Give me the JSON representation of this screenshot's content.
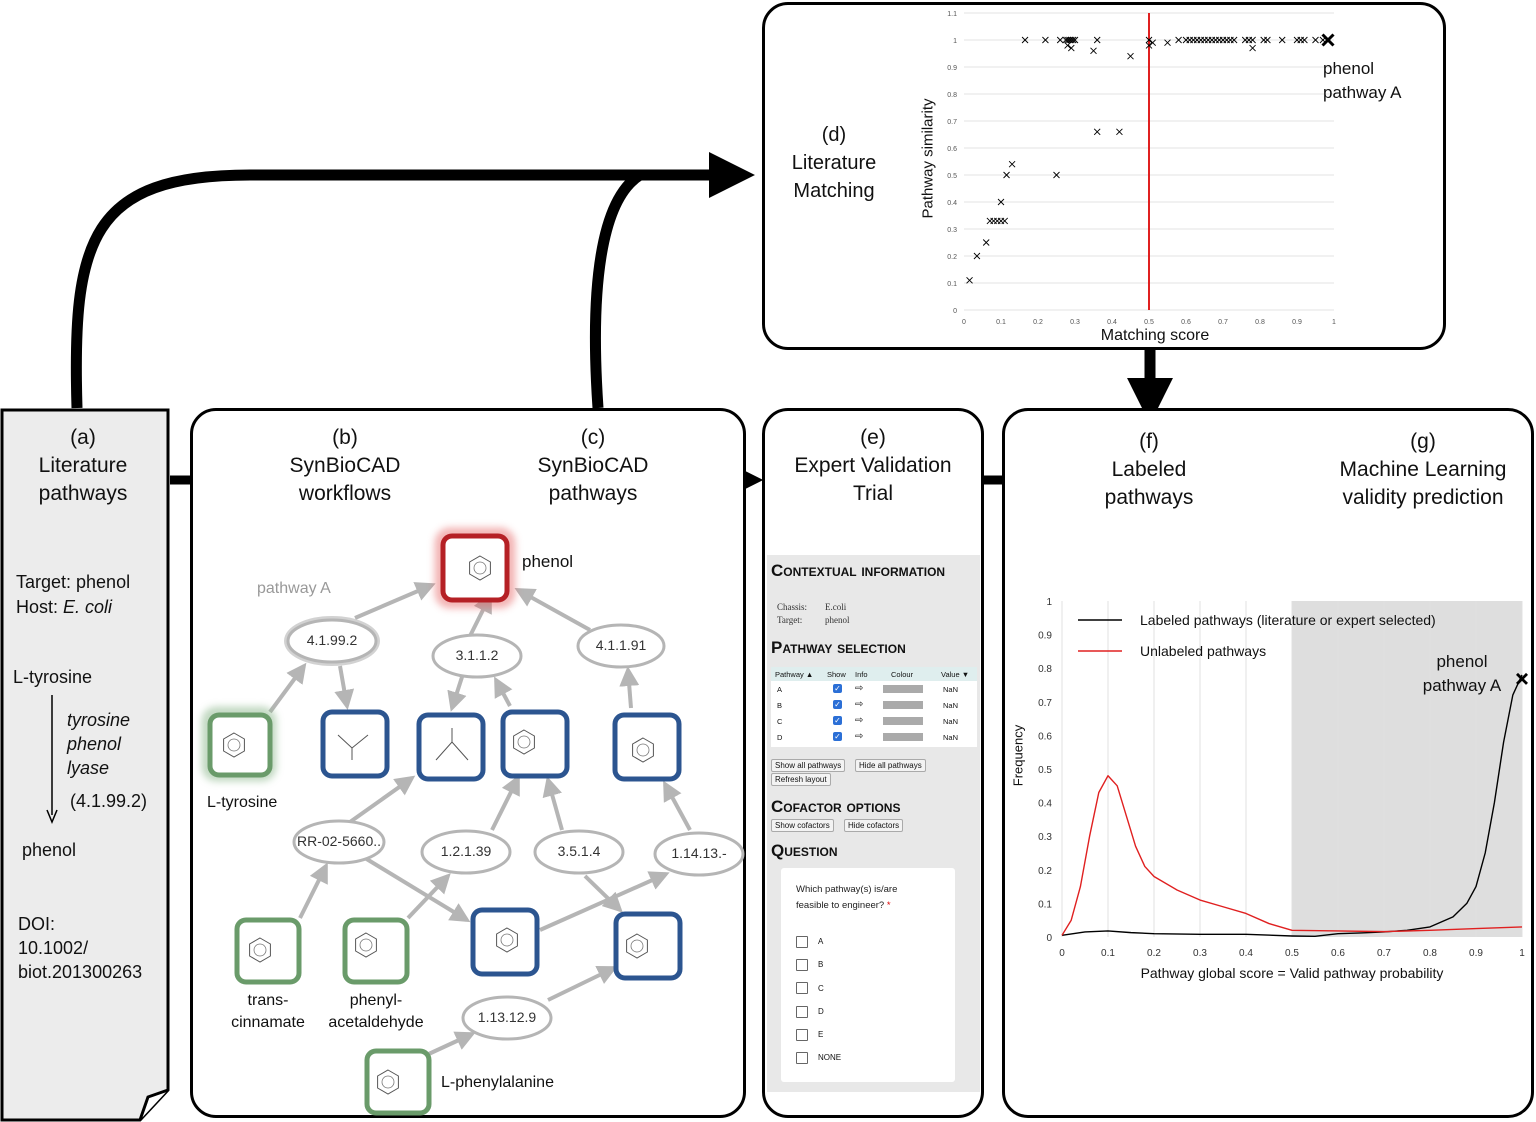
{
  "panels": {
    "a": {
      "letter": "(a)",
      "title": [
        "Literature",
        "pathways"
      ],
      "target": "Target: phenol",
      "host_prefix": "Host: ",
      "host_species": "E. coli",
      "substrate": "L-tyrosine",
      "enzyme": [
        "tyrosine",
        "phenol",
        "lyase"
      ],
      "ec": "(4.1.99.2)",
      "product": "phenol",
      "doi": [
        "DOI:",
        "10.1002/",
        "biot.201300263"
      ]
    },
    "b": {
      "letter": "(b)",
      "title": [
        "SynBioCAD",
        "workflows"
      ]
    },
    "c": {
      "letter": "(c)",
      "title": [
        "SynBioCAD",
        "pathways"
      ]
    },
    "d": {
      "letter": "(d)",
      "title": [
        "Literature",
        "Matching"
      ]
    },
    "e": {
      "letter": "(e)",
      "title": [
        "Expert Validation",
        "Trial"
      ]
    },
    "f": {
      "letter": "(f)",
      "title": [
        "Labeled",
        "pathways"
      ]
    },
    "g": {
      "letter": "(g)",
      "title": [
        "Machine Learning",
        "validity prediction"
      ]
    }
  },
  "network": {
    "pathway_label": "pathway A",
    "target_label": "phenol",
    "reactions": [
      "4.1.99.2",
      "3.1.1.2",
      "4.1.1.91",
      "RR-02-5660..",
      "1.2.1.39",
      "3.5.1.4",
      "1.14.13.-",
      "1.13.12.9"
    ],
    "compounds": [
      "L-tyrosine",
      "trans-",
      "cinnamate",
      "phenyl-",
      "acetaldehyde",
      "L-phenylalanine"
    ],
    "colors": {
      "target": "#b52025",
      "source": "#6a9b6a",
      "intermediate": "#2c5590",
      "edge": "#b5b5b5"
    }
  },
  "trial_form": {
    "context_heading": "Contextual information",
    "chassis_label": "Chassis:",
    "chassis_value": "E.coli",
    "target_label": "Target:",
    "target_value": "phenol",
    "pathway_heading": "Pathway selection",
    "table_headers": [
      "Pathway ▲",
      "Show",
      "Info",
      "Colour",
      "Value ▼"
    ],
    "rows": [
      {
        "pathway": "A",
        "value": "NaN"
      },
      {
        "pathway": "B",
        "value": "NaN"
      },
      {
        "pathway": "C",
        "value": "NaN"
      },
      {
        "pathway": "D",
        "value": "NaN"
      }
    ],
    "buttons": [
      "Show all pathways",
      "Hide all pathways",
      "Refresh layout"
    ],
    "cofactor_heading": "Cofactor options",
    "cofactor_buttons": [
      "Show cofactors",
      "Hide cofactors"
    ],
    "question_heading": "Question",
    "question_text": "Which pathway(s) is/are feasible to engineer?",
    "required_mark": "*",
    "options": [
      "A",
      "B",
      "C",
      "D",
      "E",
      "NONE"
    ]
  },
  "chart_data": [
    {
      "type": "scatter",
      "xlabel": "Matching score",
      "ylabel": "Pathway similarity",
      "xlim": [
        0,
        1
      ],
      "ylim": [
        0,
        1.1
      ],
      "xticks": [
        "0",
        "0.1",
        "0.2",
        "0.3",
        "0.4",
        "0.5",
        "0.6",
        "0.7",
        "0.8",
        "0.9",
        "1"
      ],
      "yticks": [
        "0",
        "0.1",
        "0.2",
        "0.3",
        "0.4",
        "0.5",
        "0.6",
        "0.7",
        "0.8",
        "0.9",
        "1",
        "1.1"
      ],
      "threshold_x": 0.5,
      "threshold_color": "#e02020",
      "grid": "horizontal",
      "points": [
        [
          0.015,
          0.11
        ],
        [
          0.035,
          0.2
        ],
        [
          0.06,
          0.25
        ],
        [
          0.07,
          0.33
        ],
        [
          0.08,
          0.33
        ],
        [
          0.09,
          0.33
        ],
        [
          0.1,
          0.33
        ],
        [
          0.11,
          0.33
        ],
        [
          0.1,
          0.4
        ],
        [
          0.115,
          0.5
        ],
        [
          0.13,
          0.54
        ],
        [
          0.25,
          0.5
        ],
        [
          0.36,
          0.66
        ],
        [
          0.42,
          0.66
        ],
        [
          0.35,
          0.96
        ],
        [
          0.45,
          0.94
        ],
        [
          0.165,
          1
        ],
        [
          0.22,
          1
        ],
        [
          0.26,
          1
        ],
        [
          0.275,
          1
        ],
        [
          0.28,
          1
        ],
        [
          0.285,
          1
        ],
        [
          0.29,
          1
        ],
        [
          0.295,
          1
        ],
        [
          0.3,
          1
        ],
        [
          0.28,
          0.98
        ],
        [
          0.29,
          0.97
        ],
        [
          0.36,
          1
        ],
        [
          0.5,
          1
        ],
        [
          0.51,
          0.99
        ],
        [
          0.5,
          0.98
        ],
        [
          0.55,
          0.99
        ],
        [
          0.58,
          1
        ],
        [
          0.6,
          1
        ],
        [
          0.61,
          1
        ],
        [
          0.62,
          1
        ],
        [
          0.63,
          1
        ],
        [
          0.64,
          1
        ],
        [
          0.65,
          1
        ],
        [
          0.66,
          1
        ],
        [
          0.67,
          1
        ],
        [
          0.68,
          1
        ],
        [
          0.69,
          1
        ],
        [
          0.7,
          1
        ],
        [
          0.71,
          1
        ],
        [
          0.72,
          1
        ],
        [
          0.73,
          1
        ],
        [
          0.76,
          1
        ],
        [
          0.77,
          1
        ],
        [
          0.78,
          1
        ],
        [
          0.78,
          0.97
        ],
        [
          0.81,
          1
        ],
        [
          0.82,
          1
        ],
        [
          0.86,
          1
        ],
        [
          0.9,
          1
        ],
        [
          0.91,
          1
        ],
        [
          0.92,
          1
        ],
        [
          0.95,
          1
        ],
        [
          0.97,
          1
        ]
      ],
      "highlight": {
        "x": 1.0,
        "y": 1.0,
        "label": [
          "phenol",
          "pathway A"
        ]
      }
    },
    {
      "type": "line",
      "xlabel": "Pathway global score = Valid pathway probability",
      "ylabel": "Frequency",
      "xlim": [
        0,
        1
      ],
      "ylim": [
        0,
        1
      ],
      "xticks": [
        "0",
        "0.1",
        "0.2",
        "0.3",
        "0.4",
        "0.5",
        "0.6",
        "0.7",
        "0.8",
        "0.9",
        "1"
      ],
      "yticks": [
        "0",
        "0.1",
        "0.2",
        "0.3",
        "0.4",
        "0.5",
        "0.6",
        "0.7",
        "0.8",
        "0.9",
        "1"
      ],
      "shaded_region": [
        0.5,
        1
      ],
      "legend_position": "top-left",
      "series": [
        {
          "name": "Labeled pathways (literature or expert selected)",
          "color": "#000000",
          "x": [
            0,
            0.05,
            0.1,
            0.15,
            0.2,
            0.3,
            0.4,
            0.5,
            0.55,
            0.6,
            0.65,
            0.7,
            0.75,
            0.8,
            0.85,
            0.88,
            0.9,
            0.92,
            0.94,
            0.96,
            0.98,
            1.0
          ],
          "y": [
            0.005,
            0.015,
            0.018,
            0.013,
            0.01,
            0.008,
            0.008,
            0.003,
            0.002,
            0.01,
            0.012,
            0.015,
            0.02,
            0.03,
            0.06,
            0.1,
            0.15,
            0.25,
            0.4,
            0.58,
            0.72,
            0.78
          ]
        },
        {
          "name": "Unlabeled pathways",
          "color": "#e02020",
          "x": [
            0,
            0.02,
            0.04,
            0.06,
            0.08,
            0.1,
            0.12,
            0.14,
            0.16,
            0.18,
            0.2,
            0.25,
            0.3,
            0.35,
            0.4,
            0.45,
            0.5,
            0.6,
            0.7,
            0.8,
            0.9,
            1.0
          ],
          "y": [
            0.005,
            0.05,
            0.15,
            0.3,
            0.43,
            0.48,
            0.45,
            0.36,
            0.27,
            0.21,
            0.18,
            0.14,
            0.11,
            0.09,
            0.07,
            0.04,
            0.02,
            0.018,
            0.016,
            0.02,
            0.025,
            0.03
          ]
        }
      ],
      "highlight": {
        "x": 1.0,
        "y": 0.78,
        "label": [
          "phenol",
          "pathway A"
        ]
      }
    }
  ]
}
